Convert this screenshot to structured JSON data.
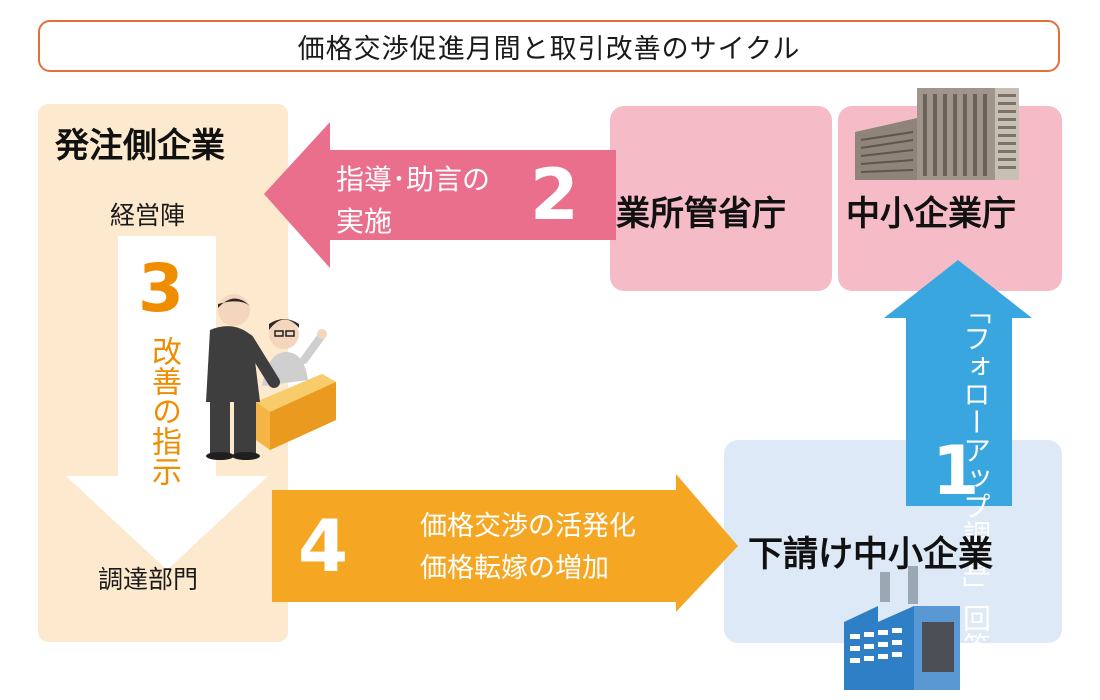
{
  "title": "価格交渉促進月間と取引改善のサイクル",
  "ordering_company": {
    "heading": "発注側企業",
    "management": "経営陣",
    "procurement": "調達部門"
  },
  "ministry": {
    "label": "業所管省庁"
  },
  "sme_agency": {
    "label": "中小企業庁"
  },
  "subcontractor": {
    "label": "下請け中小企業"
  },
  "steps": {
    "step1": {
      "number": "1",
      "text": "「フォローアップ調査」回答"
    },
    "step2": {
      "number": "2",
      "line1": "指導･助言の",
      "line2": "実施"
    },
    "step3": {
      "number": "3",
      "text": "改善の指示"
    },
    "step4": {
      "number": "4",
      "line1": "価格交渉の活発化",
      "line2": "価格転嫁の増加"
    }
  },
  "colors": {
    "title_border": "#e2703a",
    "orange_panel": "#fde9cd",
    "pink_panel": "#f5bcc8",
    "pink_arrow": "#e96f8d",
    "orange_arrow": "#f5a623",
    "blue_arrow": "#3aa6df",
    "blue_panel": "#dde9f6",
    "step3_text": "#f08c00"
  },
  "icons": [
    "government-building-icon",
    "factory-icon",
    "business-people-icon"
  ]
}
